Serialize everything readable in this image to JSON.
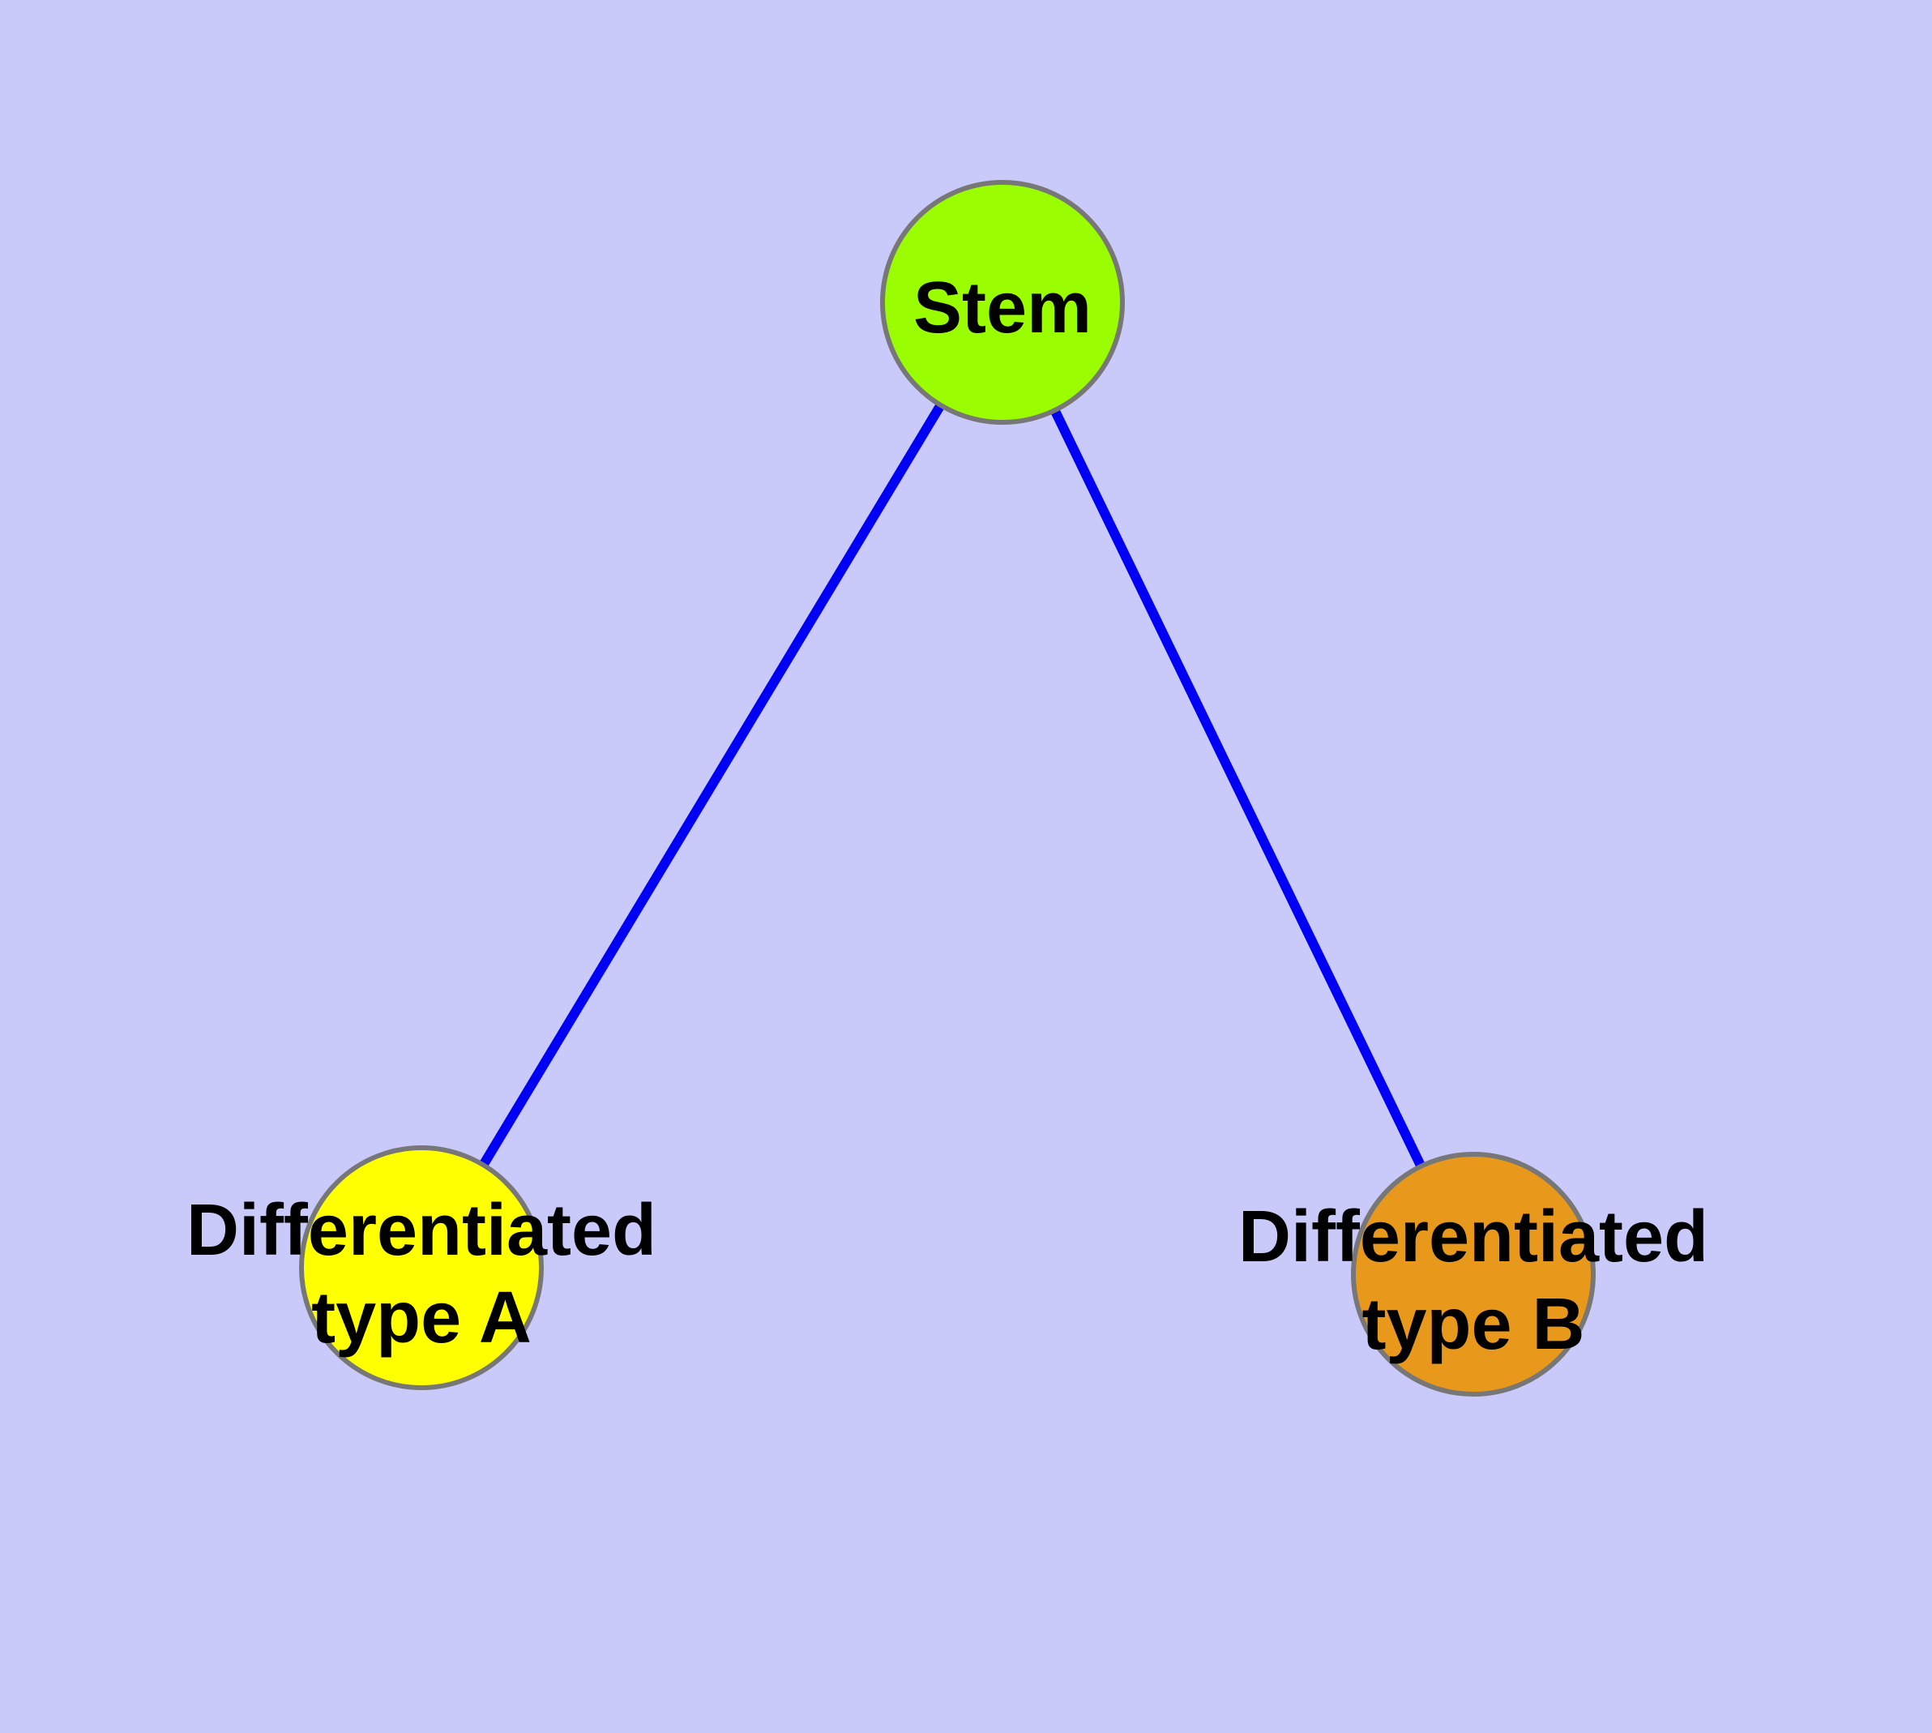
{
  "diagram": {
    "description": "Graph diagram of stem cell differentiation with one parent node connected to two differentiated cell type nodes",
    "colors": {
      "background": "#C9C9FA",
      "edge": "#0000F5",
      "node_border": "#777777",
      "label_text": "#000000"
    },
    "nodes": [
      {
        "id": "stem",
        "label": "Stem",
        "lines": [
          "Stem"
        ],
        "fill": "#9AFE00"
      },
      {
        "id": "differentiated-type-a",
        "label": "Differentiated type A",
        "lines": [
          "Differentiated",
          "type A"
        ],
        "fill": "#FFFF00"
      },
      {
        "id": "differentiated-type-b",
        "label": "Differentiated type B",
        "lines": [
          "Differentiated",
          "type B"
        ],
        "fill": "#E8991B"
      }
    ],
    "edges": [
      {
        "from": "Stem",
        "to": "Differentiated type A"
      },
      {
        "from": "Stem",
        "to": "Differentiated type B"
      }
    ]
  }
}
